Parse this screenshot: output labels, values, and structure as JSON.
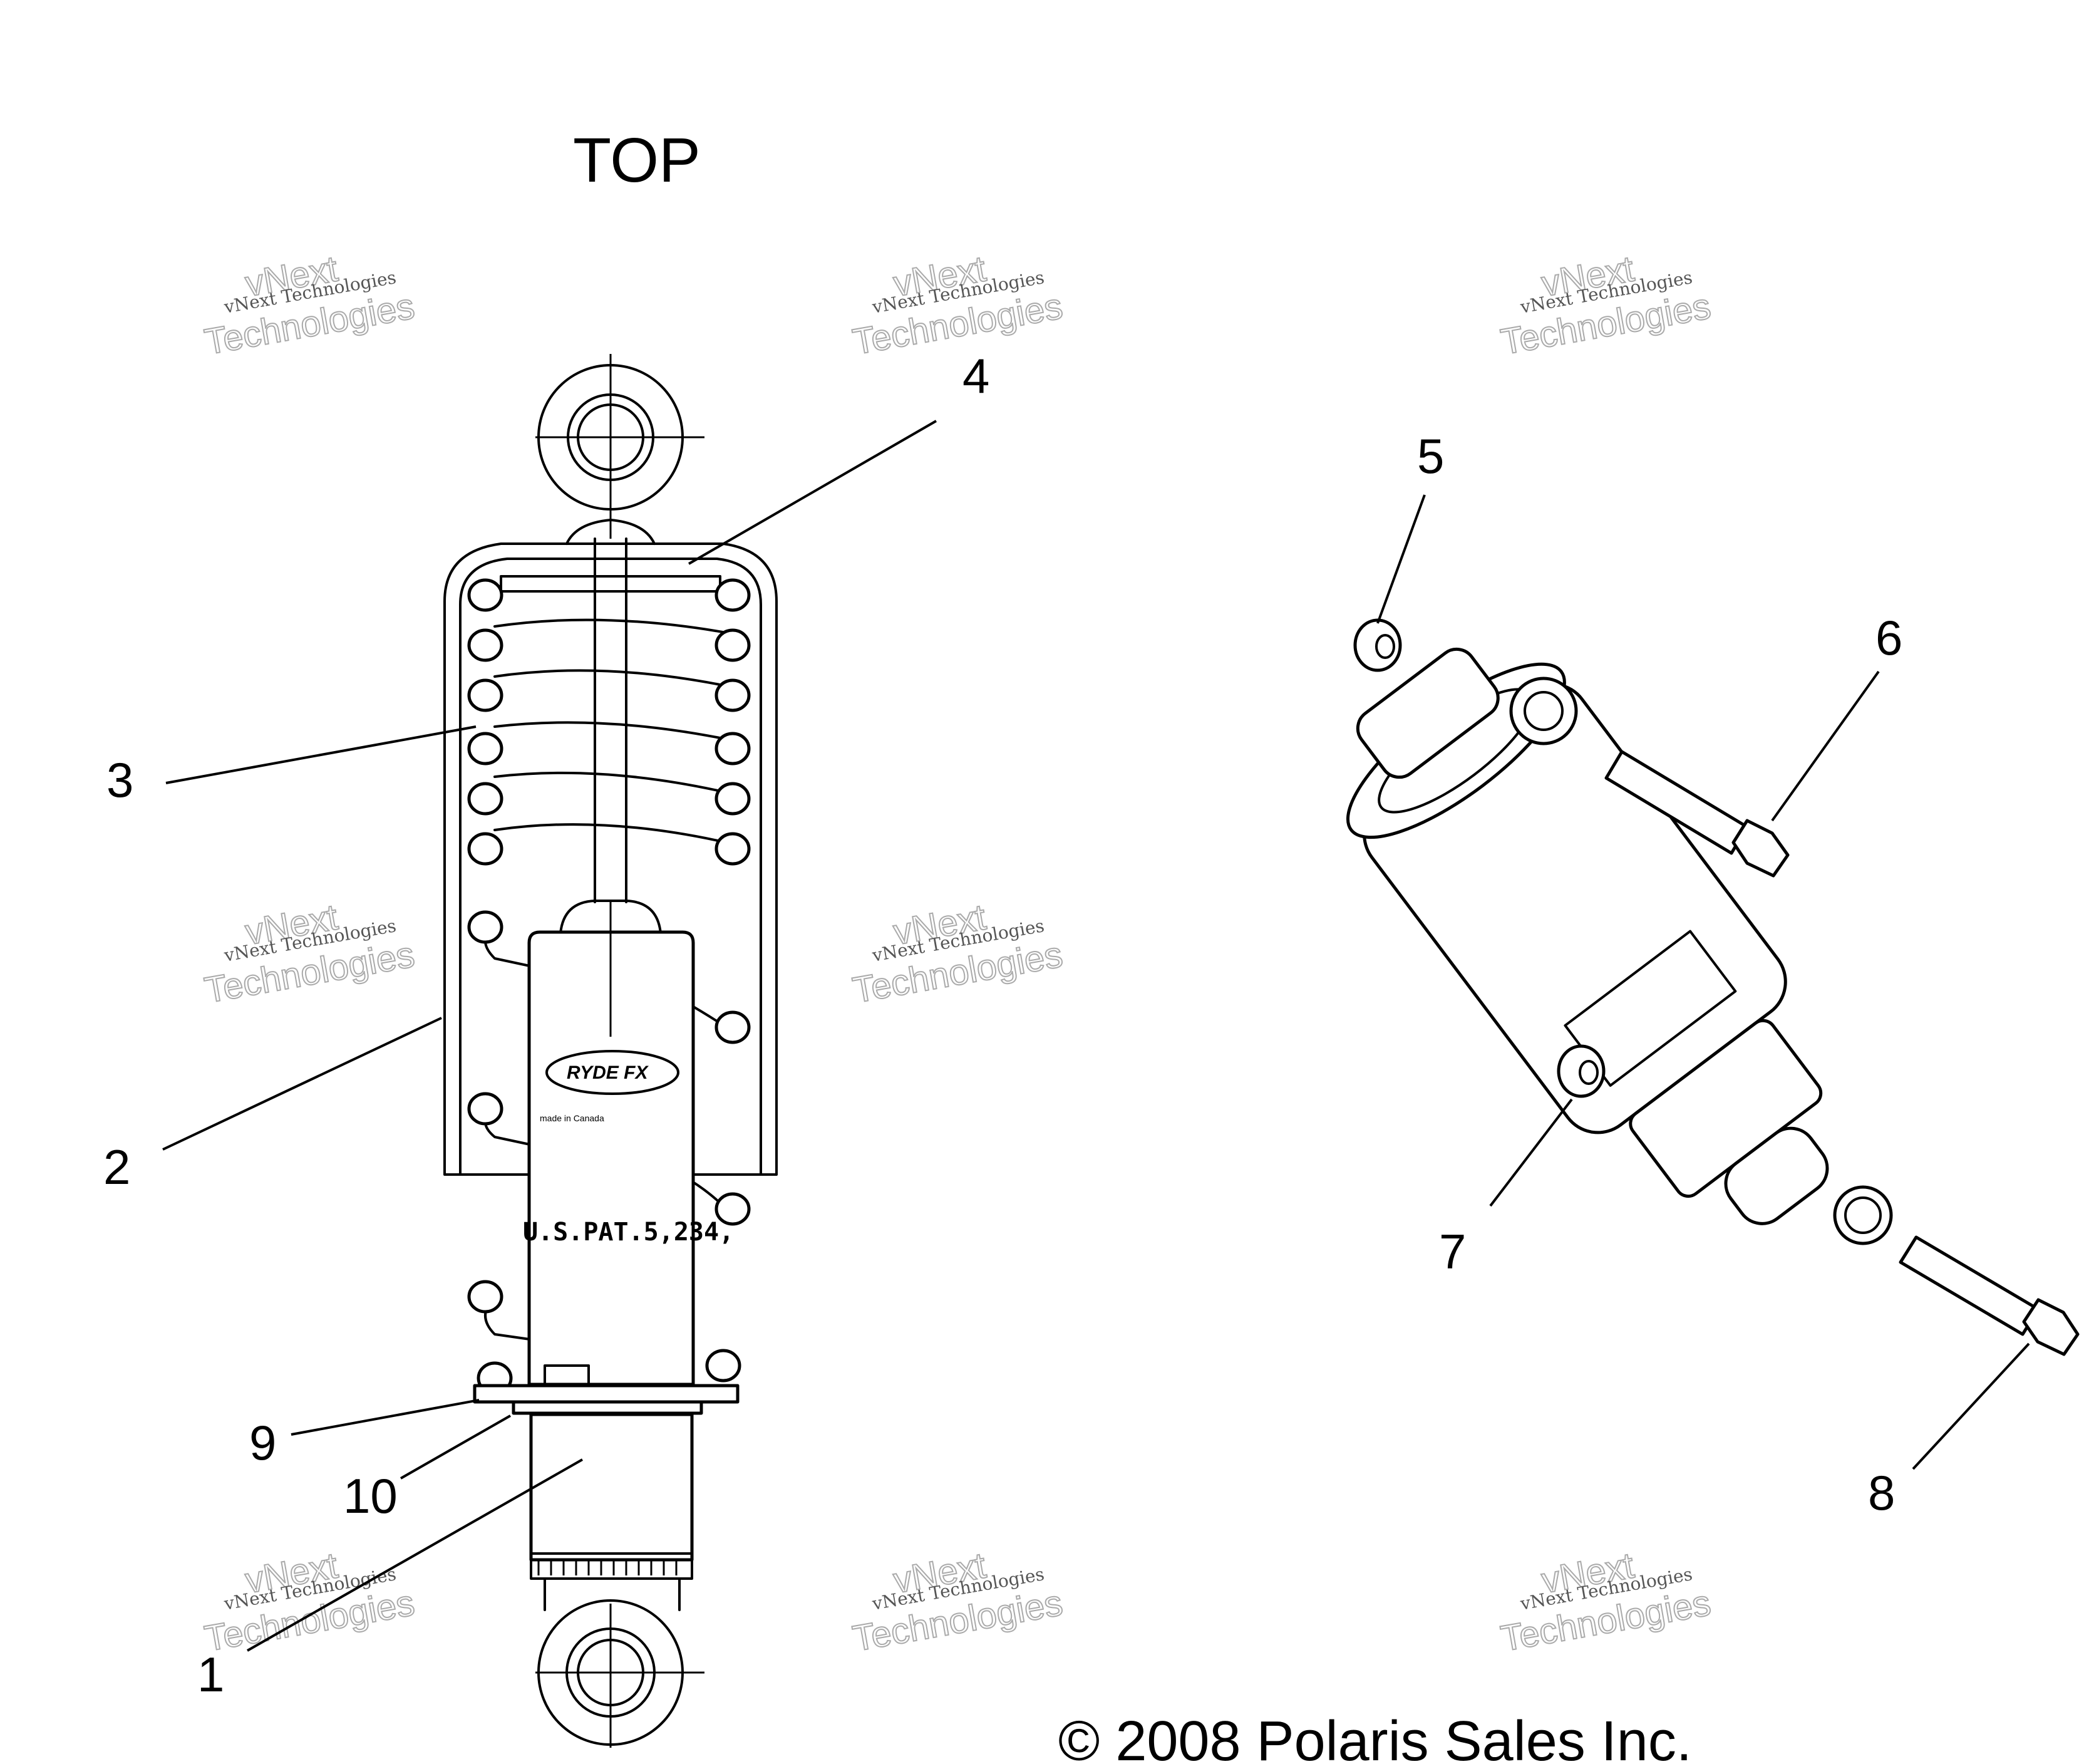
{
  "view_label": "TOP",
  "copyright": "© 2008  Polaris Sales Inc.",
  "watermark": {
    "line1": "vNext Technologies",
    "line2": "vNext",
    "line3": "Technologies"
  },
  "shock_marking": {
    "patent": "U.S.PAT.5,234,",
    "logo": "RYDE FX",
    "made_in": "made in Canada"
  },
  "callouts": {
    "c1": "1",
    "c2": "2",
    "c3": "3",
    "c4": "4",
    "c5": "5",
    "c6": "6",
    "c7": "7",
    "c8": "8",
    "c9": "9",
    "c10": "10"
  }
}
